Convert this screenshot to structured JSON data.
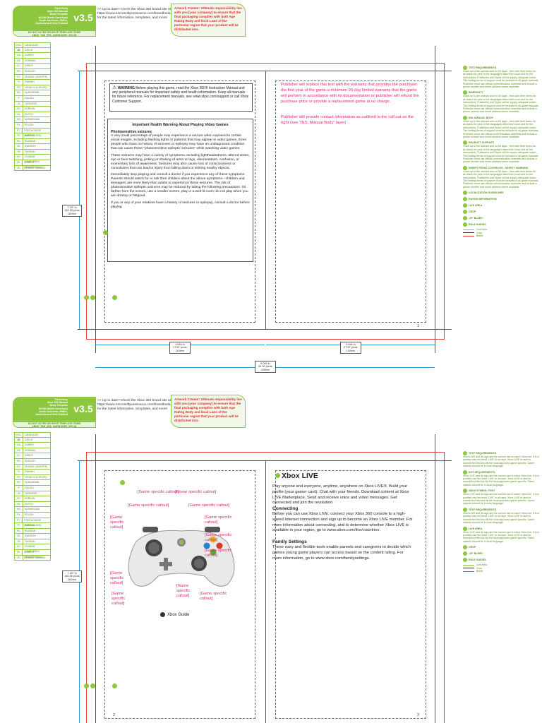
{
  "banner": {
    "tp_lines": [
      "Third Party",
      "Xbox 360 Manual",
      "Body Template",
      "NOAM (North American)",
      "South American, EMEA,",
      "Australia and New Zealand"
    ],
    "version": "v3.5",
    "note": "DO NOT ALTER OR MOVE TEMPLATE ITEMS",
    "note2": "1BOX_TAB_SPA_A33531025V_20V-08",
    "update_text": ">> Up to date? Check the Xbox 360 brand site at https://www.microsoftpressource.com/brandbook/ for the latest information, templates, and more!",
    "artwork_text": "Artwork Creator: Ultimate responsibility lies with you (your company) to ensure that the final packaging complies with both Age Rating Body and local Laws of the particular region that your product will be distributed into."
  },
  "languages": [
    [
      "ENG-IE",
      "LANGUAGE"
    ],
    [
      "CS",
      "CZECH"
    ],
    [
      "DA",
      "DANISH"
    ],
    [
      "DE",
      "GERMAN"
    ],
    [
      "EL",
      "GREEK"
    ],
    [
      "EN",
      "ENGLISH"
    ],
    [
      "ES",
      "SPANISH (EUROPE)"
    ],
    [
      "FI",
      "FINNISH"
    ],
    [
      "FR",
      "FRENCH (EUROPE)"
    ],
    [
      "HU",
      "HUNGARIAN"
    ],
    [
      "IT",
      "ITALIAN"
    ],
    [
      "JA",
      "JAPANESE"
    ],
    [
      "KO",
      "KOREAN"
    ],
    [
      "NL",
      "DUTCH"
    ],
    [
      "NO",
      "NORWEGIAN"
    ],
    [
      "PL",
      "POLISH"
    ],
    [
      "PT",
      "PORTUGUESE (BRAZIL)"
    ],
    [
      "PT",
      "PORTUGUESE"
    ],
    [
      "RU",
      "RUSSIAN"
    ],
    [
      "SV",
      "SWEDISH"
    ],
    [
      "TR",
      "TURKISH"
    ],
    [
      "ZH",
      "CHINESE (SIMPLIFIED)"
    ],
    [
      "ZH",
      "CHINESE (TRADITIONAL)"
    ],
    [
      "ZH",
      "SPANISH (LATAM)"
    ]
  ],
  "dims": {
    "height": "7.187 in\n182.56 picas\n182mm",
    "half_width": "4.646 in\n27.87 picas\n118mm",
    "full_width": "9.000 in\n54.00 picas\n228mm"
  },
  "page1": {
    "warning_title": "WARNING",
    "warning_text": "Before playing this game, read the Xbox 360® Instruction Manual and any peripheral manuals for important safety and health information. Keep all manuals for future reference. For replacement manuals, see www.xbox.com/support or call Xbox Customer Support.",
    "health_title": "Important Health Warning About Playing Video Games",
    "seizure_title": "Photosensitive seizures",
    "para1": "A very small percentage of people may experience a seizure when exposed to certain visual images, including flashing lights or patterns that may appear in video games. Even people who have no history of seizures or epilepsy may have an undiagnosed condition that can cause these “photosensitive epileptic seizures” while watching video games.",
    "para2": "These seizures may have a variety of symptoms, including lightheadedness, altered vision, eye or face twitching, jerking or shaking of arms or legs, disorientation, confusion, or momentary loss of awareness. Seizures may also cause loss of consciousness or convulsions that can lead to injury from falling down or striking nearby objects.",
    "para3": "Immediately stop playing and consult a doctor if you experience any of these symptoms. Parents should watch for or ask their children about the above symptoms—children and teenagers are more likely than adults to experience these seizures. The risk of photosensitive epileptic seizures may be reduced by taking the following precautions: Sit farther from the screen, use a smaller screen, play in a well-lit room; do not play when you are drowsy or fatigued.",
    "para4": "If you or any of your relatives have a history of seizures or epilepsy, consult a doctor before playing.",
    "right_red1": "Publisher will replace this text with the warranty that provides the purchaser the first year of the game a minimum 90-day limited warranty that the game will perform in accordance with its documentation or publisher will refund the purchase price or provide a replacement game at no charge.",
    "right_red2": "Publisher will provide contact information as outlined in the call out on the right (see “INS: Manual Body” layer).",
    "page_num": "1"
  },
  "page2": {
    "callouts": [
      "[Game specific callout]",
      "[Game specific callout]",
      "[Game specific callout]",
      "[Game specific callout]",
      "[Game specific callout]",
      "[Game specific callout]",
      "[Game specific callout]",
      "[Game specific callout]",
      "[Game specific callout]",
      "[Game specific callout]",
      "[Game specific callout]",
      "[Game specific callout]"
    ],
    "guide_label": "Xbox Guide",
    "page_left": "2",
    "page_right": "3",
    "xl_title": "Xbox LIVE",
    "xl_body1": "Play anyone and everyone, anytime, anywhere on Xbox LIVE®. Build your profile (your gamer card). Chat with your friends. Download content at Xbox LIVE Marketplace. Send and receive voice and video messages. Get connected and join the revolution.",
    "conn_title": "Connecting",
    "conn_body": "Before you can use Xbox LIVE, connect your Xbox 360 console to a high-speed Internet connection and sign up to become an Xbox LIVE member. For more information about connecting, and to determine whether Xbox LIVE is available in your region, go to www.xbox.com/live/countries.",
    "fam_title": "Family Settings",
    "fam_body": "These easy and flexible tools enable parents and caregivers to decide which games young game players can access based on the content rating. For more information, go to www.xbox.com/familysettings."
  },
  "sidebar1": {
    "items": [
      "TEXT REQUIREMENTS",
      "WARRANTY",
      "INS: MANUAL BODY",
      "PRODUCT SUPPORT",
      "INSERT FRONT COVER/LEG - SAFETY WARNING",
      "LOCALIZATION GUIDELINES",
      "RATING INFORMATION",
      "LIVE AREA",
      "CROP",
      ".25\" BLEED",
      "RULE GUIDES"
    ],
    "body": "Grant up to the warrant and no 90 days - then with their terms for as based for year in the languages listed then local and for the instructions. Publishers and Super will be supply adequate notice. The limiting terms of support must be included in all game manuals. Publisher must use official communication channels and include a phone number and email address where available."
  },
  "sidebar2": {
    "items": [
      "TEXT REQUIREMENTS",
      "DOT REQUIREMENTS",
      "XBOX SYMBOL FONT",
      "TEXT REQUIREMENTS",
      "LIVE AREA",
      "CROP",
      ".25\" BLEED",
      "RULE GUIDES"
    ],
    "body": "Xbox LIVE and its logo are the correct use to name Xbox live. If in a position use the word 'LIVE' in all caps. Xbox LIVE is used in normal text first and all the local approved game specific. Game callouts should be in local language."
  },
  "legend": [
    "Live Area",
    "Crop",
    "Bleed"
  ],
  "colors": {
    "green": "#8dc63f",
    "red": "#e8413c",
    "magenta": "#d42a73",
    "blue": "#2aa0d8"
  }
}
